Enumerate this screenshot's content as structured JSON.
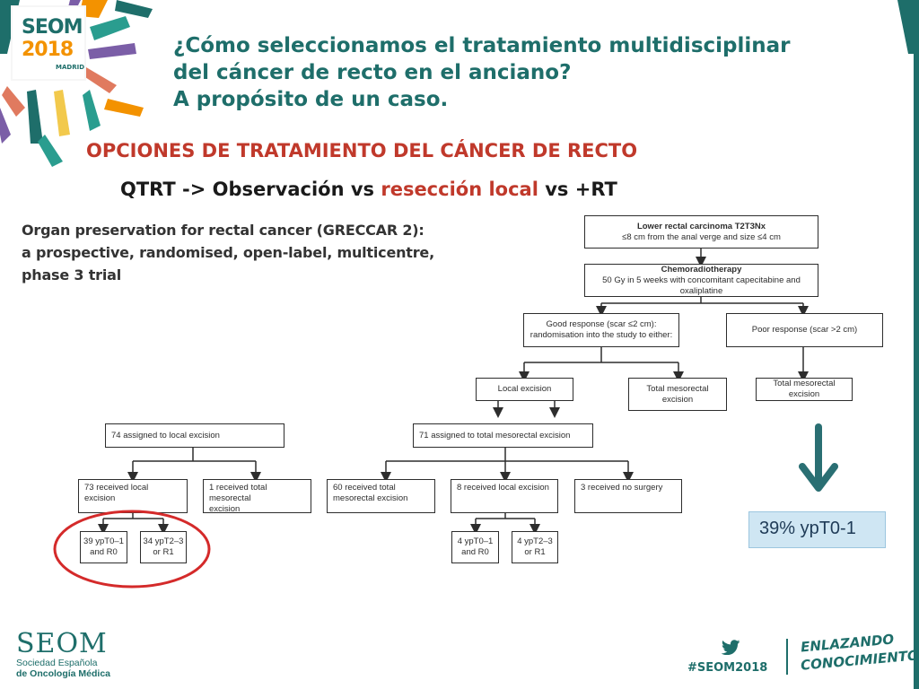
{
  "header": {
    "logo": {
      "brand": "SEOM",
      "year": "2018",
      "city": "MADRID"
    },
    "title_lines": [
      "¿Cómo seleccionamos el tratamiento multidisciplinar",
      "del cáncer de recto en el anciano?",
      "A propósito de un caso."
    ]
  },
  "section_heading": "OPCIONES DE TRATAMIENTO DEL CÁNCER DE RECTO",
  "subtitle": {
    "part1": "QTRT -> Observación vs ",
    "highlight": "resección local",
    "part2": " vs +RT"
  },
  "paper_title_lines": [
    "Organ preservation for rectal cancer (GRECCAR 2):",
    "a prospective, randomised, open-label, multicentre,",
    "phase 3 trial"
  ],
  "flowchart": {
    "top": {
      "title": "Lower rectal carcinoma T2T3Nx",
      "detail": "≤8 cm from the anal verge and size ≤4 cm"
    },
    "chemo": {
      "title": "Chemoradiotherapy",
      "detail": "50 Gy in 5 weeks with concomitant capecitabine and oxaliplatine"
    },
    "good_response": {
      "line1": "Good response (scar ≤2 cm):",
      "line2": "randomisation into the study to either:"
    },
    "poor_response": "Poor response (scar >2 cm)",
    "local_excision": "Local excision",
    "total_mesorectal": {
      "line1": "Total mesorectal",
      "line2": "excision"
    },
    "poor_tme": "Total mesorectal excision",
    "assigned_local": "74 assigned to local excision",
    "assigned_total": "71 assigned to total mesorectal excision",
    "received_local": "73 received local excision",
    "received_total_one": {
      "line1": "1 received total mesorectal",
      "line2": "excision"
    },
    "received_total_sixty": {
      "line1": "60 received total",
      "line2": "mesorectal excision"
    },
    "received_local_eight": "8 received local excision",
    "no_surgery": "3 received no surgery",
    "yp01_39": {
      "line1": "39 ypT0–1",
      "line2": "and R0"
    },
    "yp23_34": {
      "line1": "34 ypT2–3",
      "line2": "or R1"
    },
    "yp01_4": {
      "line1": "4 ypT0–1",
      "line2": "and R0"
    },
    "yp23_4": {
      "line1": "4 ypT2–3",
      "line2": "or R1"
    }
  },
  "result_label": "39% ypT0-1",
  "colors": {
    "teal": "#1e6e6a",
    "red": "#c0392b",
    "orange": "#f39200",
    "result_fill": "#cfe6f3"
  },
  "footer": {
    "seom": "SEOM",
    "sub_lines": [
      "Sociedad Española",
      "de Oncología Médica"
    ],
    "twitter_icon": "twitter-bird-icon",
    "hashtag": "#SEOM2018",
    "slogan_lines": [
      "ENLAZANDO",
      "CONOCIMIENTO"
    ]
  }
}
